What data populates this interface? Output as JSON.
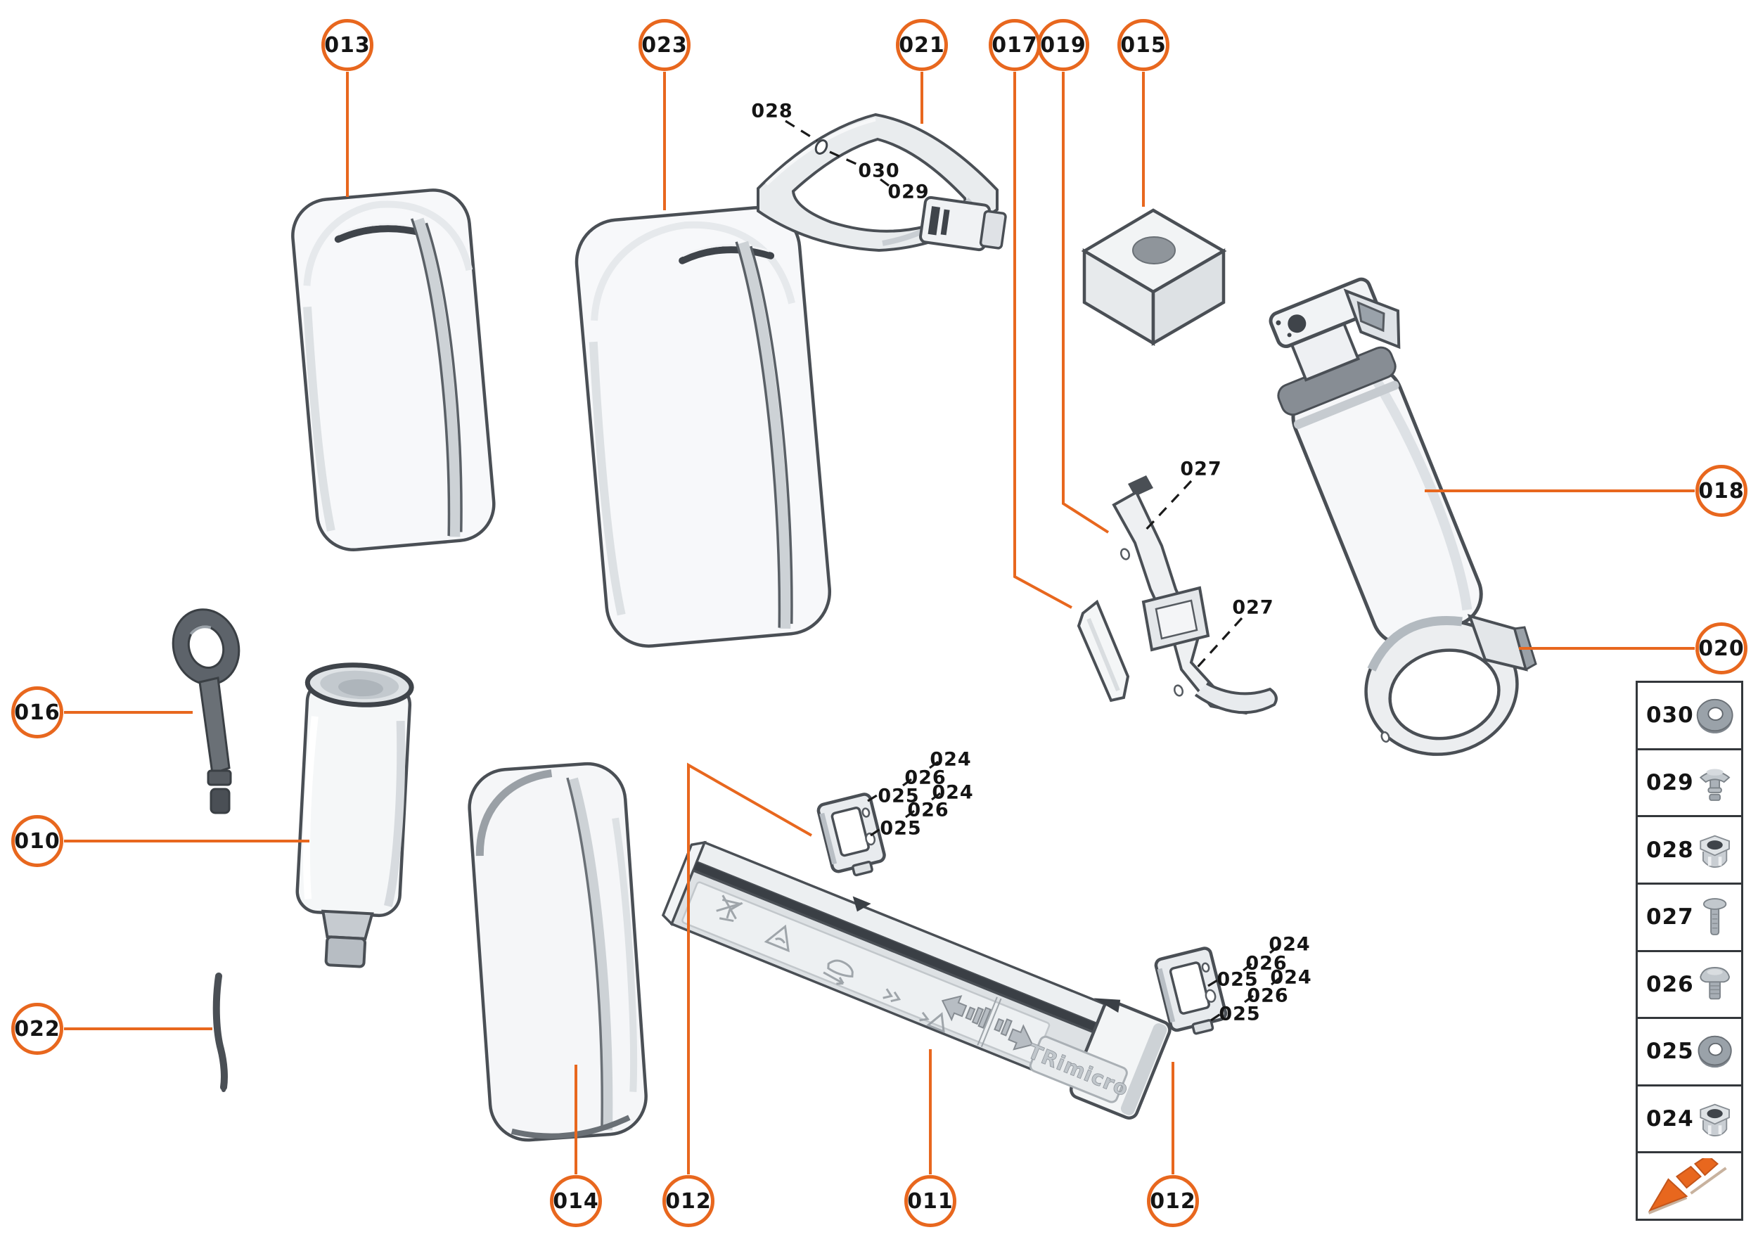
{
  "colors": {
    "accent_orange": "#E8671E",
    "ink": "#1A1A1A",
    "part_outline": "#4A4F55",
    "part_fill": "#F5F6F8",
    "legend_border": "#33373B"
  },
  "callouts": [
    {
      "label": "013"
    },
    {
      "label": "023"
    },
    {
      "label": "021"
    },
    {
      "label": "017"
    },
    {
      "label": "019"
    },
    {
      "label": "015"
    },
    {
      "label": "018"
    },
    {
      "label": "020"
    },
    {
      "label": "016"
    },
    {
      "label": "010"
    },
    {
      "label": "022"
    },
    {
      "label": "014"
    },
    {
      "label": "012"
    },
    {
      "label": "011"
    },
    {
      "label": "012"
    }
  ],
  "part_labels": [
    {
      "label": "028"
    },
    {
      "label": "030"
    },
    {
      "label": "029"
    },
    {
      "label": "027"
    },
    {
      "label": "027"
    },
    {
      "label": "024"
    },
    {
      "label": "026"
    },
    {
      "label": "025"
    },
    {
      "label": "024"
    },
    {
      "label": "026"
    },
    {
      "label": "025"
    },
    {
      "label": "024"
    },
    {
      "label": "026"
    },
    {
      "label": "025"
    },
    {
      "label": "024"
    },
    {
      "label": "026"
    },
    {
      "label": "025"
    }
  ],
  "crossbar": {
    "embossed_text": "TRimicro"
  },
  "legend": {
    "rows": [
      {
        "label": "030",
        "icon": "washer-icon"
      },
      {
        "label": "029",
        "icon": "rivet-icon"
      },
      {
        "label": "028",
        "icon": "flange-nut-icon"
      },
      {
        "label": "027",
        "icon": "long-screw-icon"
      },
      {
        "label": "026",
        "icon": "short-screw-icon"
      },
      {
        "label": "025",
        "icon": "washer-icon"
      },
      {
        "label": "024",
        "icon": "flange-nut-icon"
      },
      {
        "label": "",
        "icon": "direction-arrow-icon"
      }
    ]
  }
}
